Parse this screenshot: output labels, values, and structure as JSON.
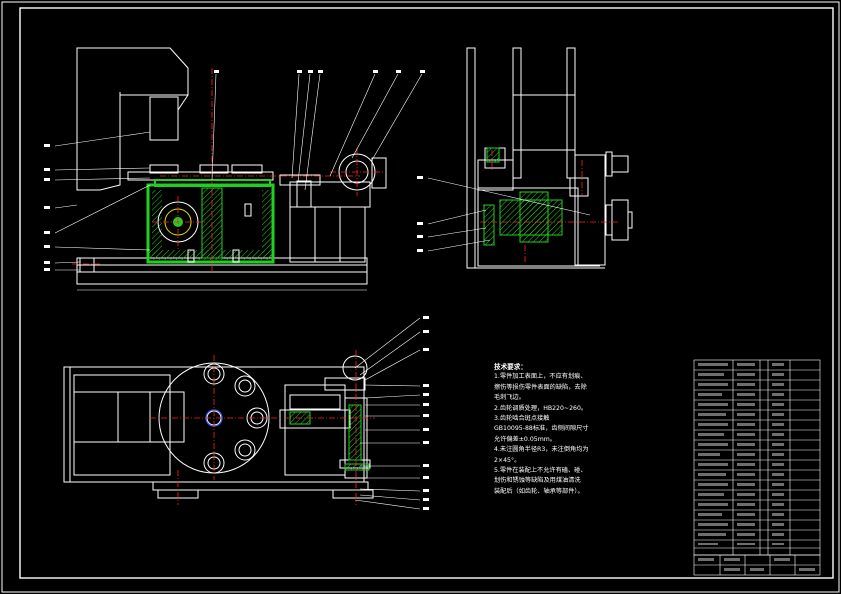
{
  "notes": {
    "title": "技术要求：",
    "lines": [
      "1.零件加工表面上，不应有划痕、",
      "  擦伤等损伤零件表面的缺陷，去除",
      "  毛刺飞边。",
      "2.齿轮调质处理，HB220~260。",
      "3.齿轮啮合斑点接触",
      "  GB10095-88标准，齿侧间隙尺寸",
      "  允许偏差±0.05mm。",
      "4.未注圆角半径R3，未注倒角均为",
      "  2×45°。",
      "5.零件在装配上不允许有磕、碰、",
      "  划伤和锈蚀等缺陷及用煤油清洗",
      "  装配后（如齿轮、轴承等部件）。"
    ]
  },
  "colors": {
    "background": "#000000",
    "outline": "#ffffff",
    "leader": "#ffffff",
    "center_line": "#ff2020",
    "hatch": "#20d020",
    "blue": "#4060ff",
    "yellow": "#e8e000"
  }
}
